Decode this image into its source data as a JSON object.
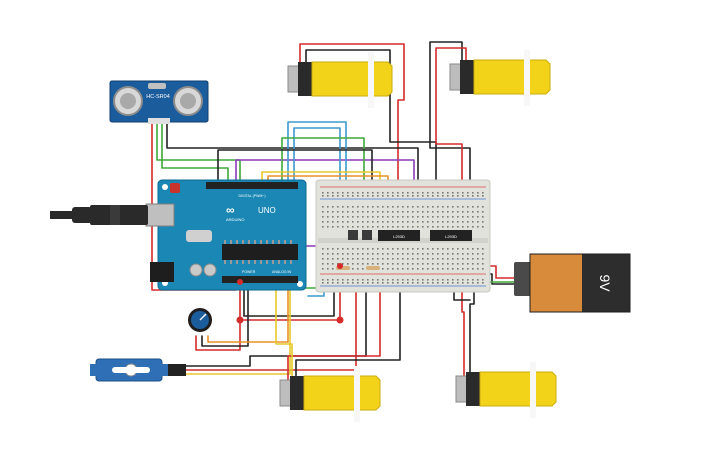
{
  "components": {
    "ultrasonic_sensor": {
      "label": "HC-SR04"
    },
    "arduino": {
      "logo_text": "UNO",
      "brand": "ARDUINO",
      "digital_label": "DIGITAL (PWM~)",
      "power_label": "POWER",
      "analog_label": "ANALOG IN"
    },
    "driver_left": {
      "label": "L293D"
    },
    "driver_right": {
      "label": "L293D"
    },
    "battery": {
      "label": "9V"
    }
  },
  "colors": {
    "background": "#ffffff",
    "arduino_board": "#1b87b5",
    "breadboard": "#e2e2dc",
    "motor_yellow": "#f2d319",
    "battery_orange": "#d98b3c",
    "battery_dark": "#2d2d2d",
    "sensor_blue": "#1a5c9c",
    "wire_red": "#d42b2b",
    "wire_black": "#222222",
    "wire_green": "#3ea83a",
    "wire_blue": "#3b9ad0",
    "wire_purple": "#8a3ab8",
    "wire_yellow": "#e6c928",
    "wire_orange": "#e8902a"
  }
}
